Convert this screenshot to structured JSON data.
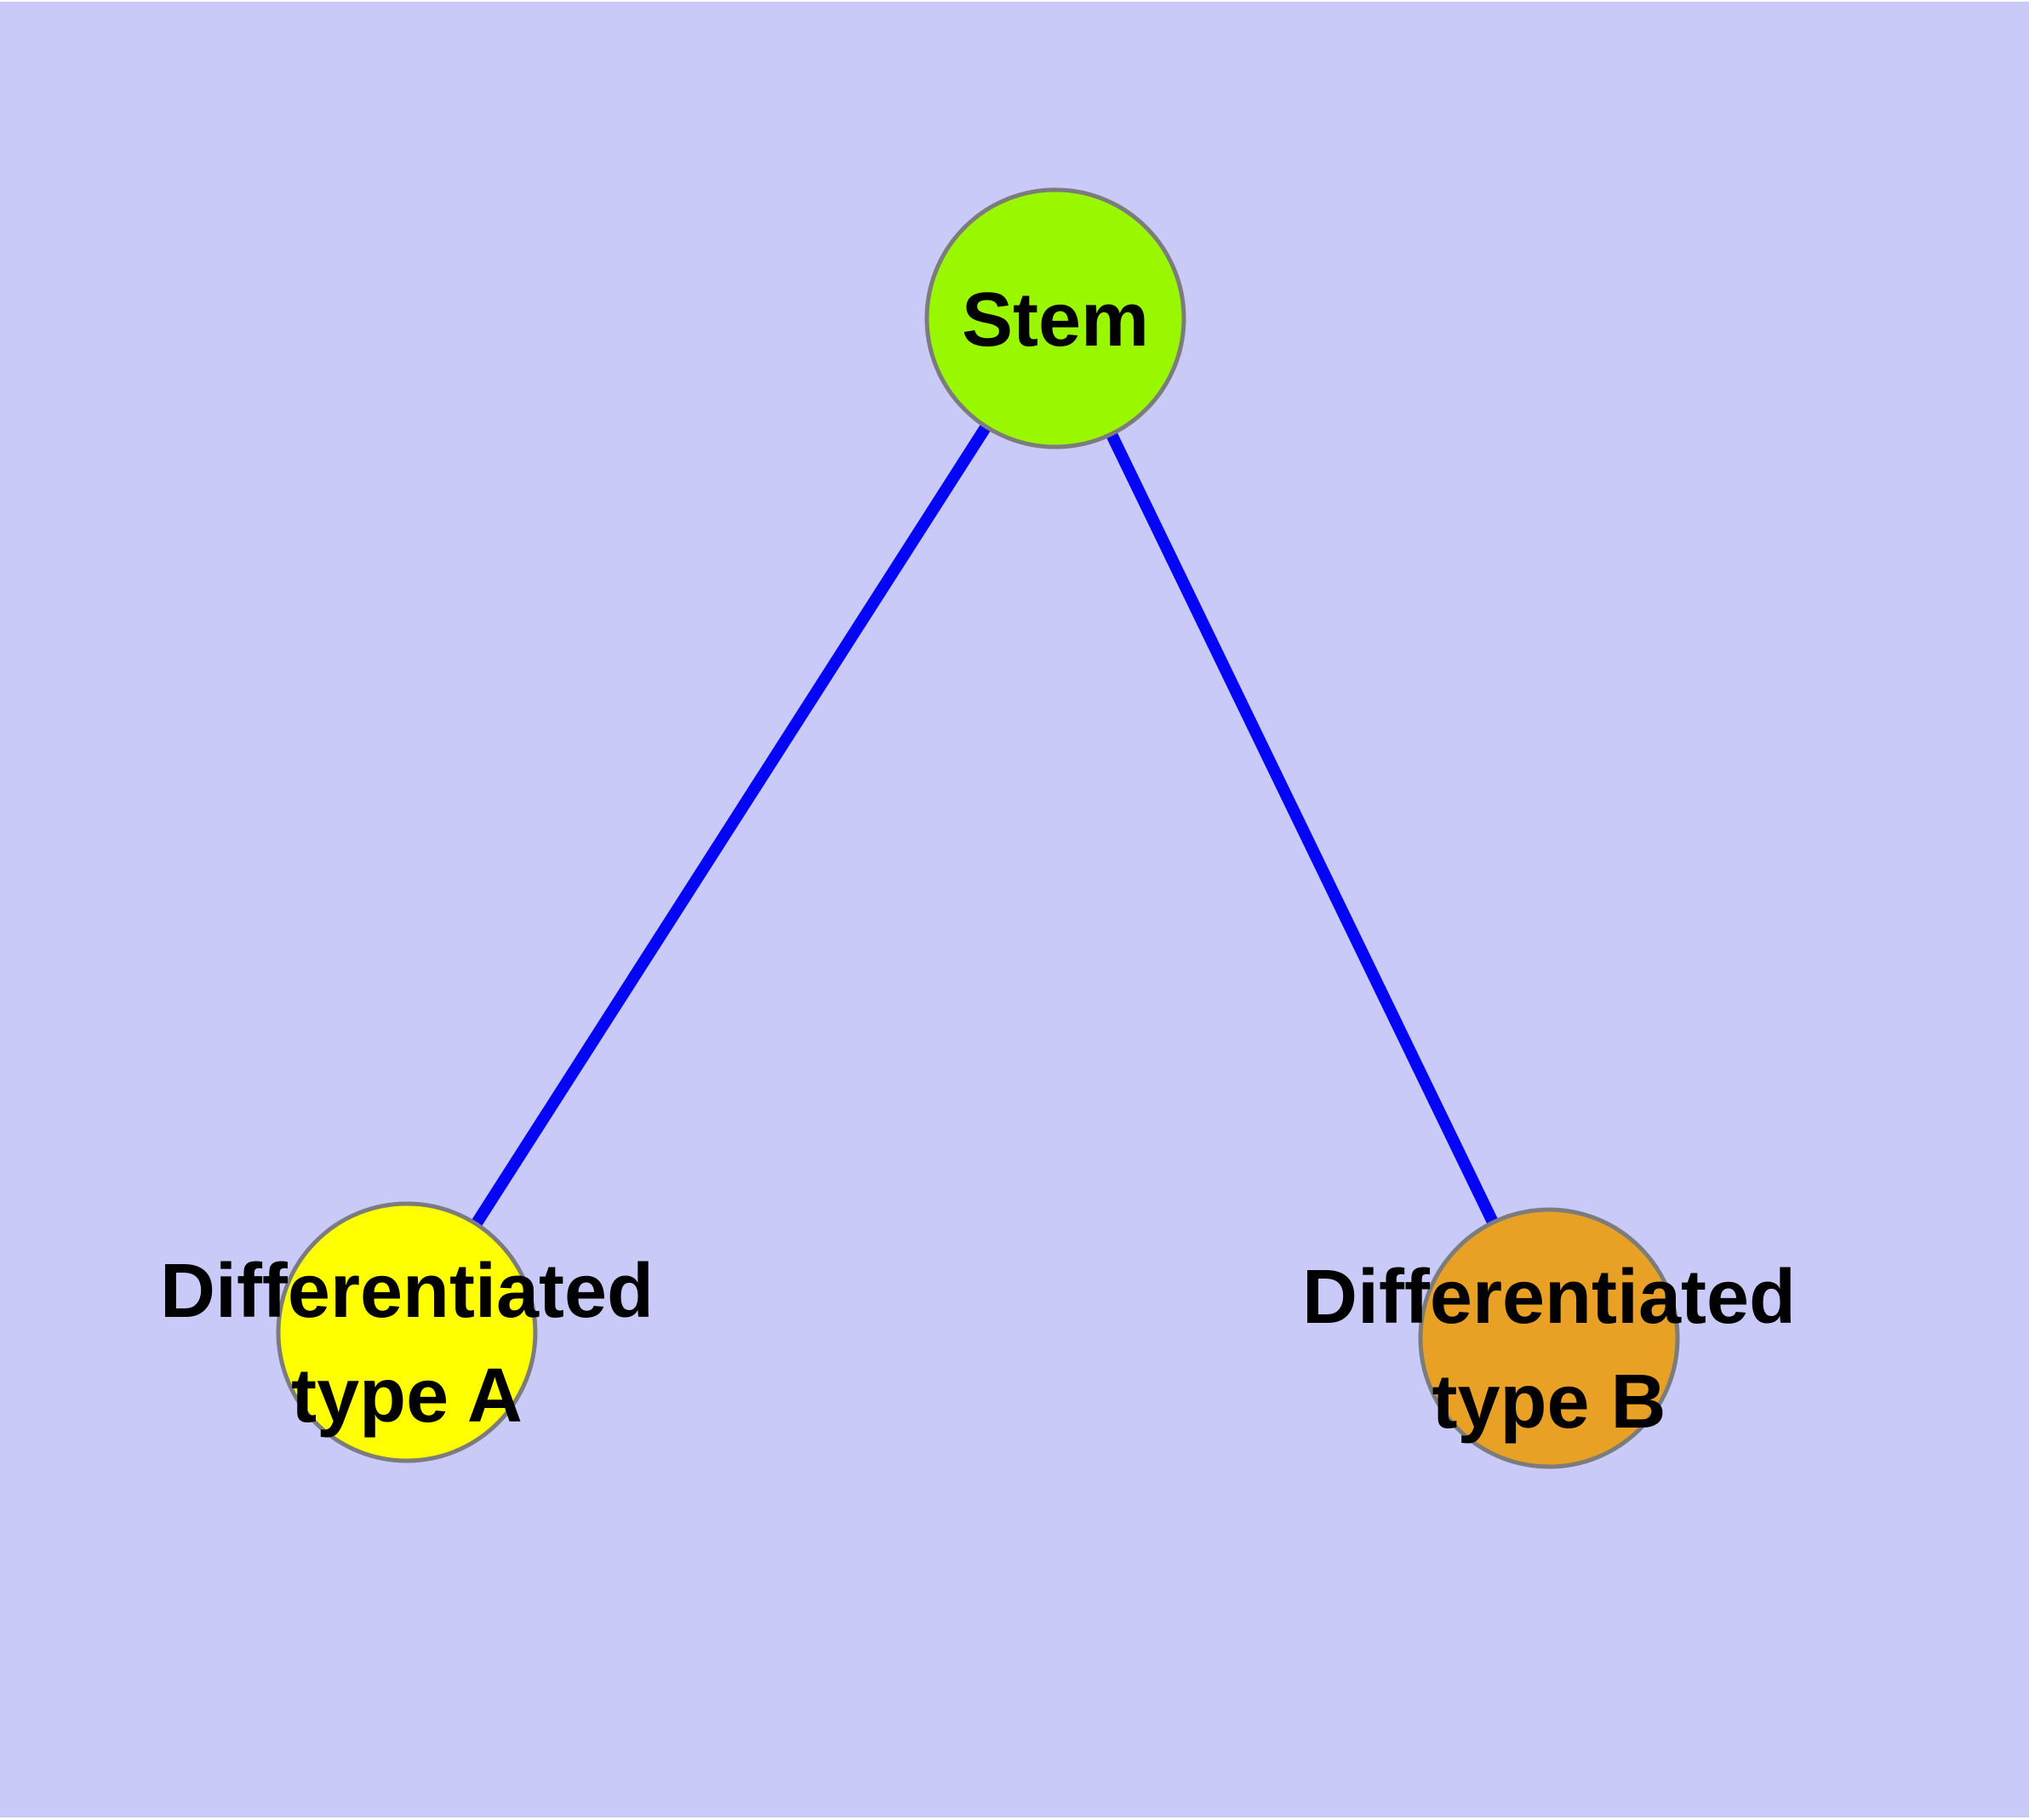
{
  "diagram": {
    "background_color": "#CACAF9",
    "page_margin_color": "#FFFFFF",
    "edge_color": "#0404F6",
    "node_border_color": "#7C7C7C",
    "text_color": "#000000",
    "nodes": {
      "stem": {
        "label": "Stem",
        "fill": "#99F800"
      },
      "type_a": {
        "label": "Differentiated type A",
        "line1": "Differentiated",
        "line2": "type A",
        "fill": "#FFFF00"
      },
      "type_b": {
        "label": "Differentiated type B",
        "line1": "Differentiated",
        "line2": "type B",
        "fill": "#E8A125"
      }
    },
    "edges": [
      {
        "from": "Stem",
        "to": "Differentiated type A"
      },
      {
        "from": "Stem",
        "to": "Differentiated type B"
      }
    ]
  }
}
